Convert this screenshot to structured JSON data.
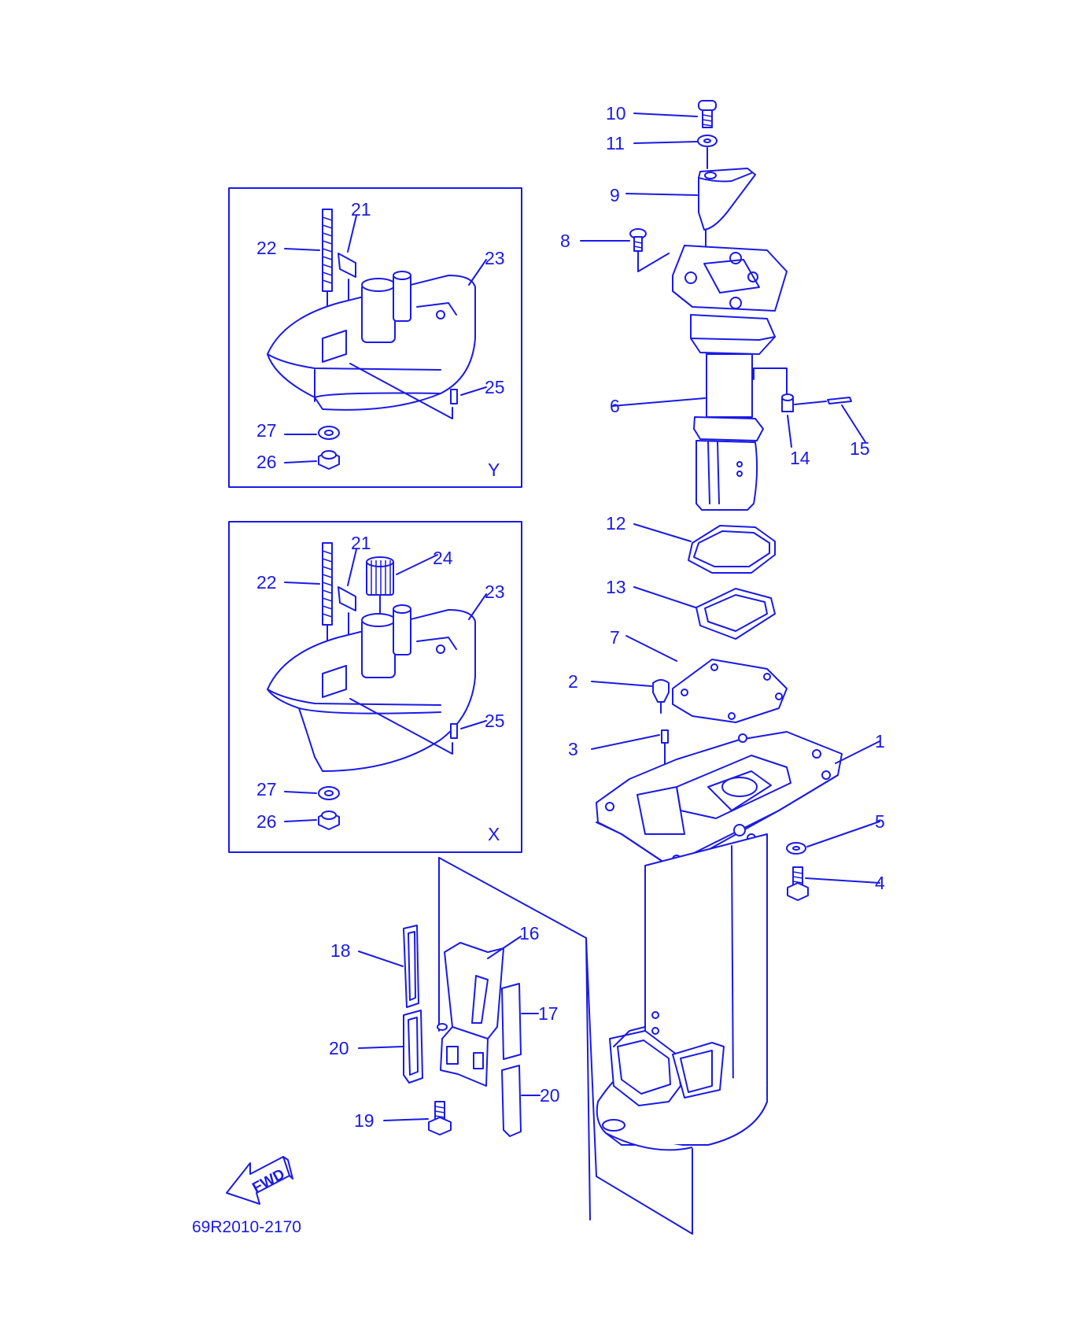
{
  "diagram": {
    "part_code": "69R2010-2170",
    "fwd_label": "FWD",
    "ink_color": "#1a1ae6",
    "insets": [
      {
        "id": "Y",
        "label": "Y",
        "callouts": [
          "21",
          "22",
          "23",
          "25",
          "27",
          "26"
        ]
      },
      {
        "id": "X",
        "label": "X",
        "callouts": [
          "21",
          "22",
          "24",
          "23",
          "25",
          "27",
          "26"
        ]
      }
    ],
    "callouts": [
      "1",
      "2",
      "3",
      "4",
      "5",
      "6",
      "7",
      "8",
      "9",
      "10",
      "11",
      "12",
      "13",
      "14",
      "15",
      "16",
      "17",
      "18",
      "19",
      "20",
      "20"
    ]
  }
}
